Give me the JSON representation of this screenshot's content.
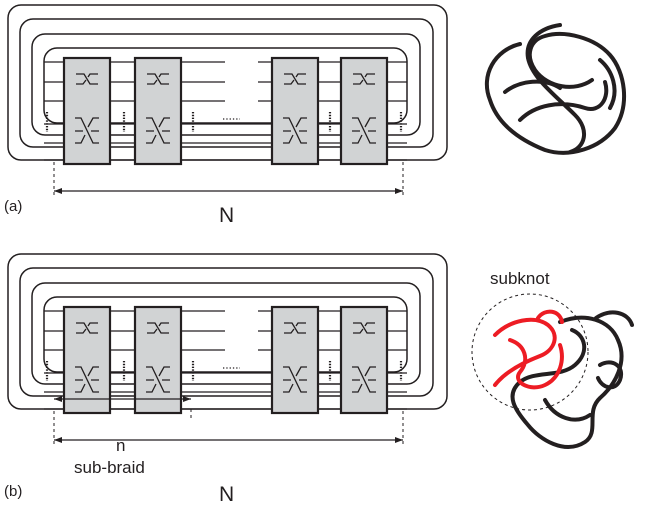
{
  "colors": {
    "ink": "#231f20",
    "box_fill": "#d1d3d4",
    "subknot": "#ed1c24",
    "background": "#ffffff"
  },
  "panels": [
    {
      "id": "a",
      "label": "(a)",
      "span_label": "N",
      "ellipsis": "......"
    },
    {
      "id": "b",
      "label": "(b)",
      "span_label": "N",
      "sub_span_label": "n",
      "sub_braid_label": "sub-braid",
      "subknot_label": "subknot",
      "ellipsis": "......"
    }
  ]
}
